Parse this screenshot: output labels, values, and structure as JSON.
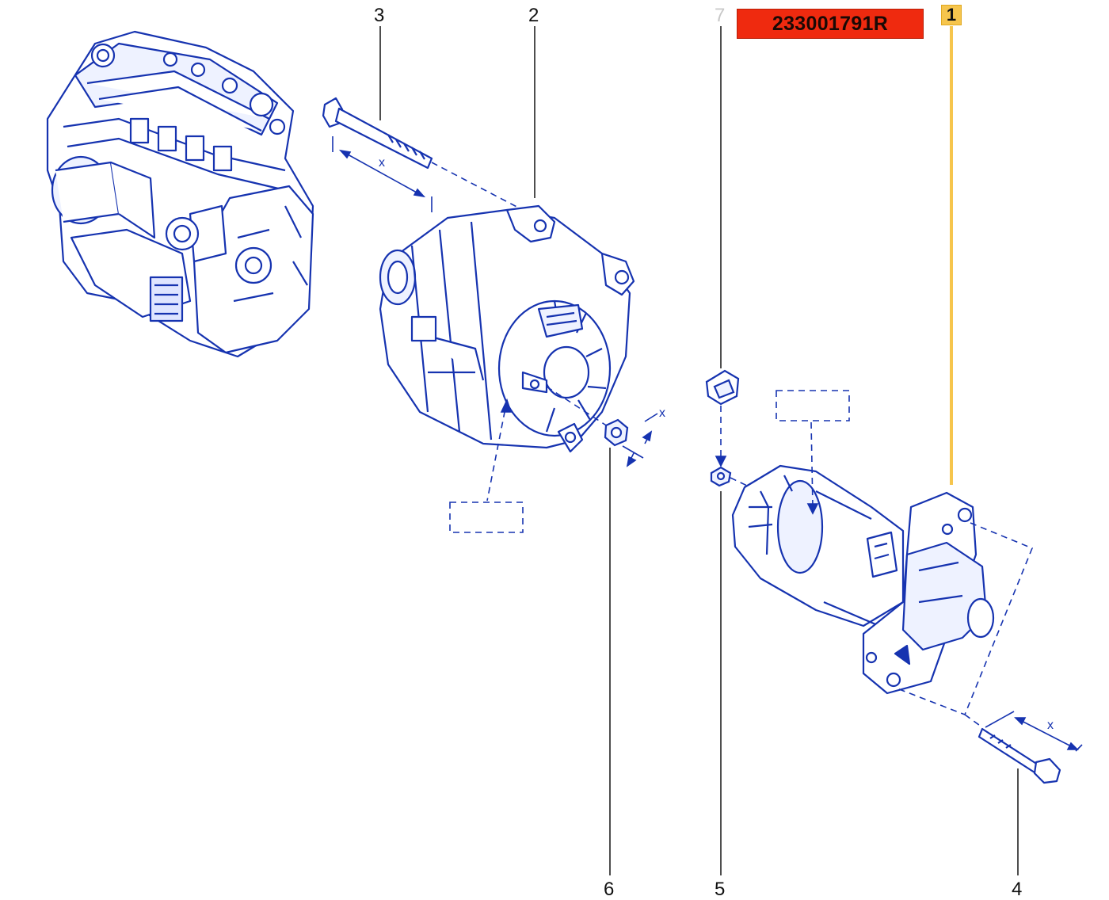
{
  "part_reference": "233001791R",
  "callouts": {
    "c1": "1",
    "c2": "2",
    "c3": "3",
    "c4": "4",
    "c5": "5",
    "c6": "6",
    "c7": "7"
  },
  "dimension_label": "x",
  "colors": {
    "line_art": "#1633b0",
    "part_ref_bg": "#ef2a0f",
    "highlight": "#f6c54d",
    "muted_callout": "#c8c8c8"
  }
}
